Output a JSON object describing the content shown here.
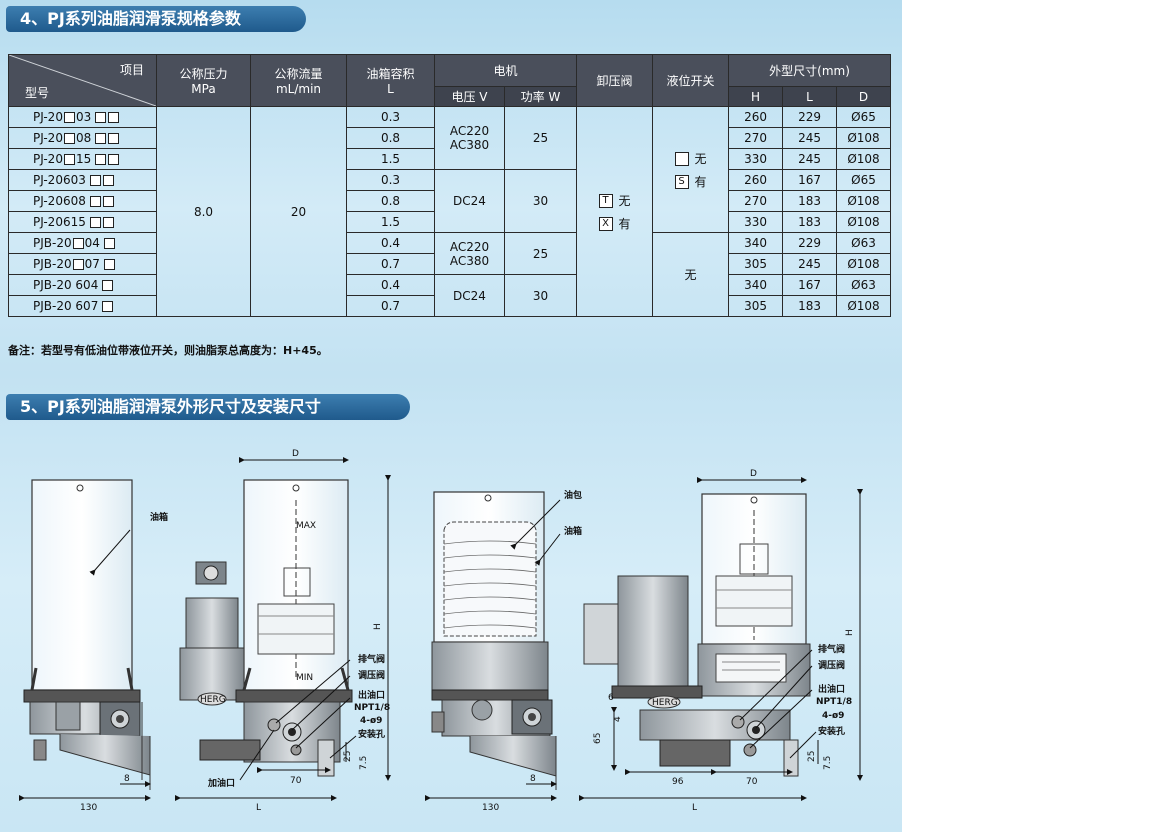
{
  "section4": {
    "title": "4、PJ系列油脂润滑泵规格参数"
  },
  "table": {
    "header": {
      "item": "项目",
      "model": "型号",
      "pressure": "公称压力",
      "pressure_unit": "MPa",
      "flow": "公称流量",
      "flow_unit": "mL/min",
      "tank": "油箱容积",
      "tank_unit": "L",
      "motor": "电机",
      "voltage": "电压 V",
      "power": "功率 W",
      "relief": "卸压阀",
      "level": "液位开关",
      "dims": "外型尺寸(mm)",
      "h": "H",
      "l": "L",
      "d": "D"
    },
    "models": [
      "PJ-20",
      "PJ-20",
      "PJ-20",
      "PJ-20603",
      "PJ-20608",
      "PJ-20615",
      "PJB-20",
      "PJB-20",
      "PJB-20 604",
      "PJB-20 607"
    ],
    "model_suffix": [
      "03",
      "08",
      "15",
      "",
      "",
      "",
      "04",
      "07",
      "",
      ""
    ],
    "pressure_value": "8.0",
    "flow_value": "20",
    "tank_values": [
      "0.3",
      "0.8",
      "1.5",
      "0.3",
      "0.8",
      "1.5",
      "0.4",
      "0.7",
      "0.4",
      "0.7"
    ],
    "voltage_groups": [
      [
        "AC220",
        "AC380"
      ],
      [
        "DC24"
      ],
      [
        "AC220",
        "AC380"
      ],
      [
        "DC24"
      ]
    ],
    "power_groups": [
      "25",
      "30",
      "25",
      "30"
    ],
    "relief_options": [
      {
        "code": "T",
        "label": "无"
      },
      {
        "code": "X",
        "label": "有"
      }
    ],
    "level_options": [
      {
        "code": "",
        "label": "无"
      },
      {
        "code": "S",
        "label": "有"
      }
    ],
    "level_none": "无",
    "dims_rows": [
      [
        "260",
        "229",
        "Ø65"
      ],
      [
        "270",
        "245",
        "Ø108"
      ],
      [
        "330",
        "245",
        "Ø108"
      ],
      [
        "260",
        "167",
        "Ø65"
      ],
      [
        "270",
        "183",
        "Ø108"
      ],
      [
        "330",
        "183",
        "Ø108"
      ],
      [
        "340",
        "229",
        "Ø63"
      ],
      [
        "305",
        "245",
        "Ø108"
      ],
      [
        "340",
        "167",
        "Ø63"
      ],
      [
        "305",
        "183",
        "Ø108"
      ]
    ]
  },
  "note": "备注：若型号有低油位带液位开关，则油脂泵总高度为：H+45。",
  "section5": {
    "title": "5、PJ系列油脂润滑泵外形尺寸及安装尺寸"
  },
  "drawing_labels": {
    "tank": "油箱",
    "grease_bag": "油包",
    "vent_valve": "排气阀",
    "pressure_valve": "调压阀",
    "outlet": "出油口",
    "npt": "NPT1/8",
    "holes": "4-ø9",
    "mount_hole": "安装孔",
    "fill_port": "加油口",
    "brand": "HERG",
    "dim_D": "D",
    "dim_H": "H",
    "dim_L": "L",
    "dim_130": "130",
    "dim_8": "8",
    "dim_70": "70",
    "dim_25": "25",
    "dim_7_5": "7.5",
    "dim_6": "6",
    "dim_4": "4",
    "dim_65": "65",
    "dim_96": "96",
    "max": "MAX",
    "min": "MIN"
  }
}
